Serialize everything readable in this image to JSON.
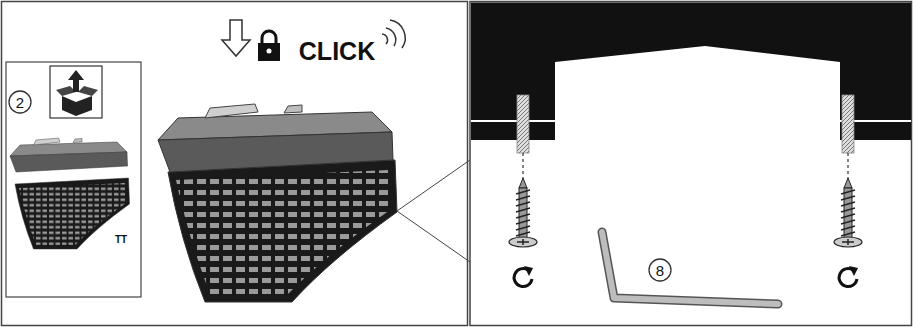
{
  "diagram": {
    "labels": [
      "CLICK",
      "2",
      "TT",
      "8"
    ]
  }
}
